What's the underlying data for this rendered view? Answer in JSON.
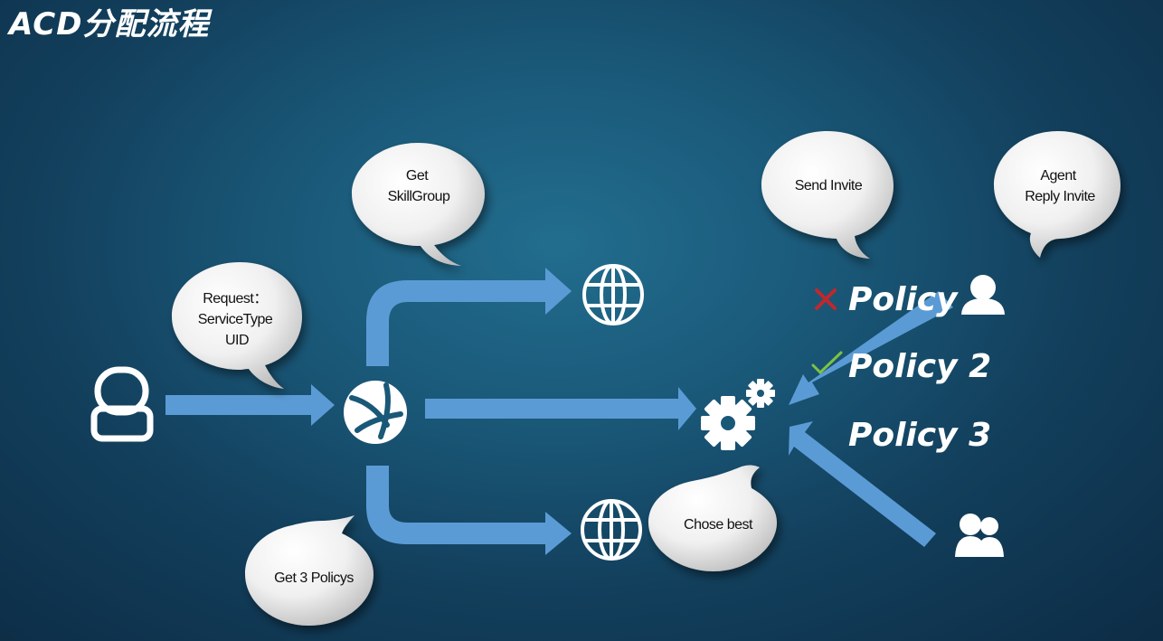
{
  "title": "ACD分配流程",
  "bubbles": {
    "request": {
      "line1": "Request：",
      "line2": "ServiceType",
      "line3": "UID"
    },
    "skillgroup": {
      "line1": "Get",
      "line2": "SkillGroup"
    },
    "policys": {
      "line1": "Get 3 Policys"
    },
    "send_invite": {
      "line1": "Send Invite"
    },
    "agent_reply": {
      "line1": "Agent",
      "line2": "Reply Invite"
    },
    "chose_best": {
      "line1": "Chose best"
    }
  },
  "policies": [
    {
      "label": "Policy 1",
      "status": "rejected"
    },
    {
      "label": "Policy 2",
      "status": "accepted"
    },
    {
      "label": "Policy 3",
      "status": "none"
    }
  ],
  "colors": {
    "arrow": "#5b9bd5",
    "icon": "#ffffff",
    "rejected": "#c0282d",
    "accepted": "#7dc243"
  },
  "icons": [
    "user-icon",
    "globe-hub-icon",
    "globe-icon",
    "gears-icon",
    "agent-icon",
    "agent-group-icon"
  ]
}
